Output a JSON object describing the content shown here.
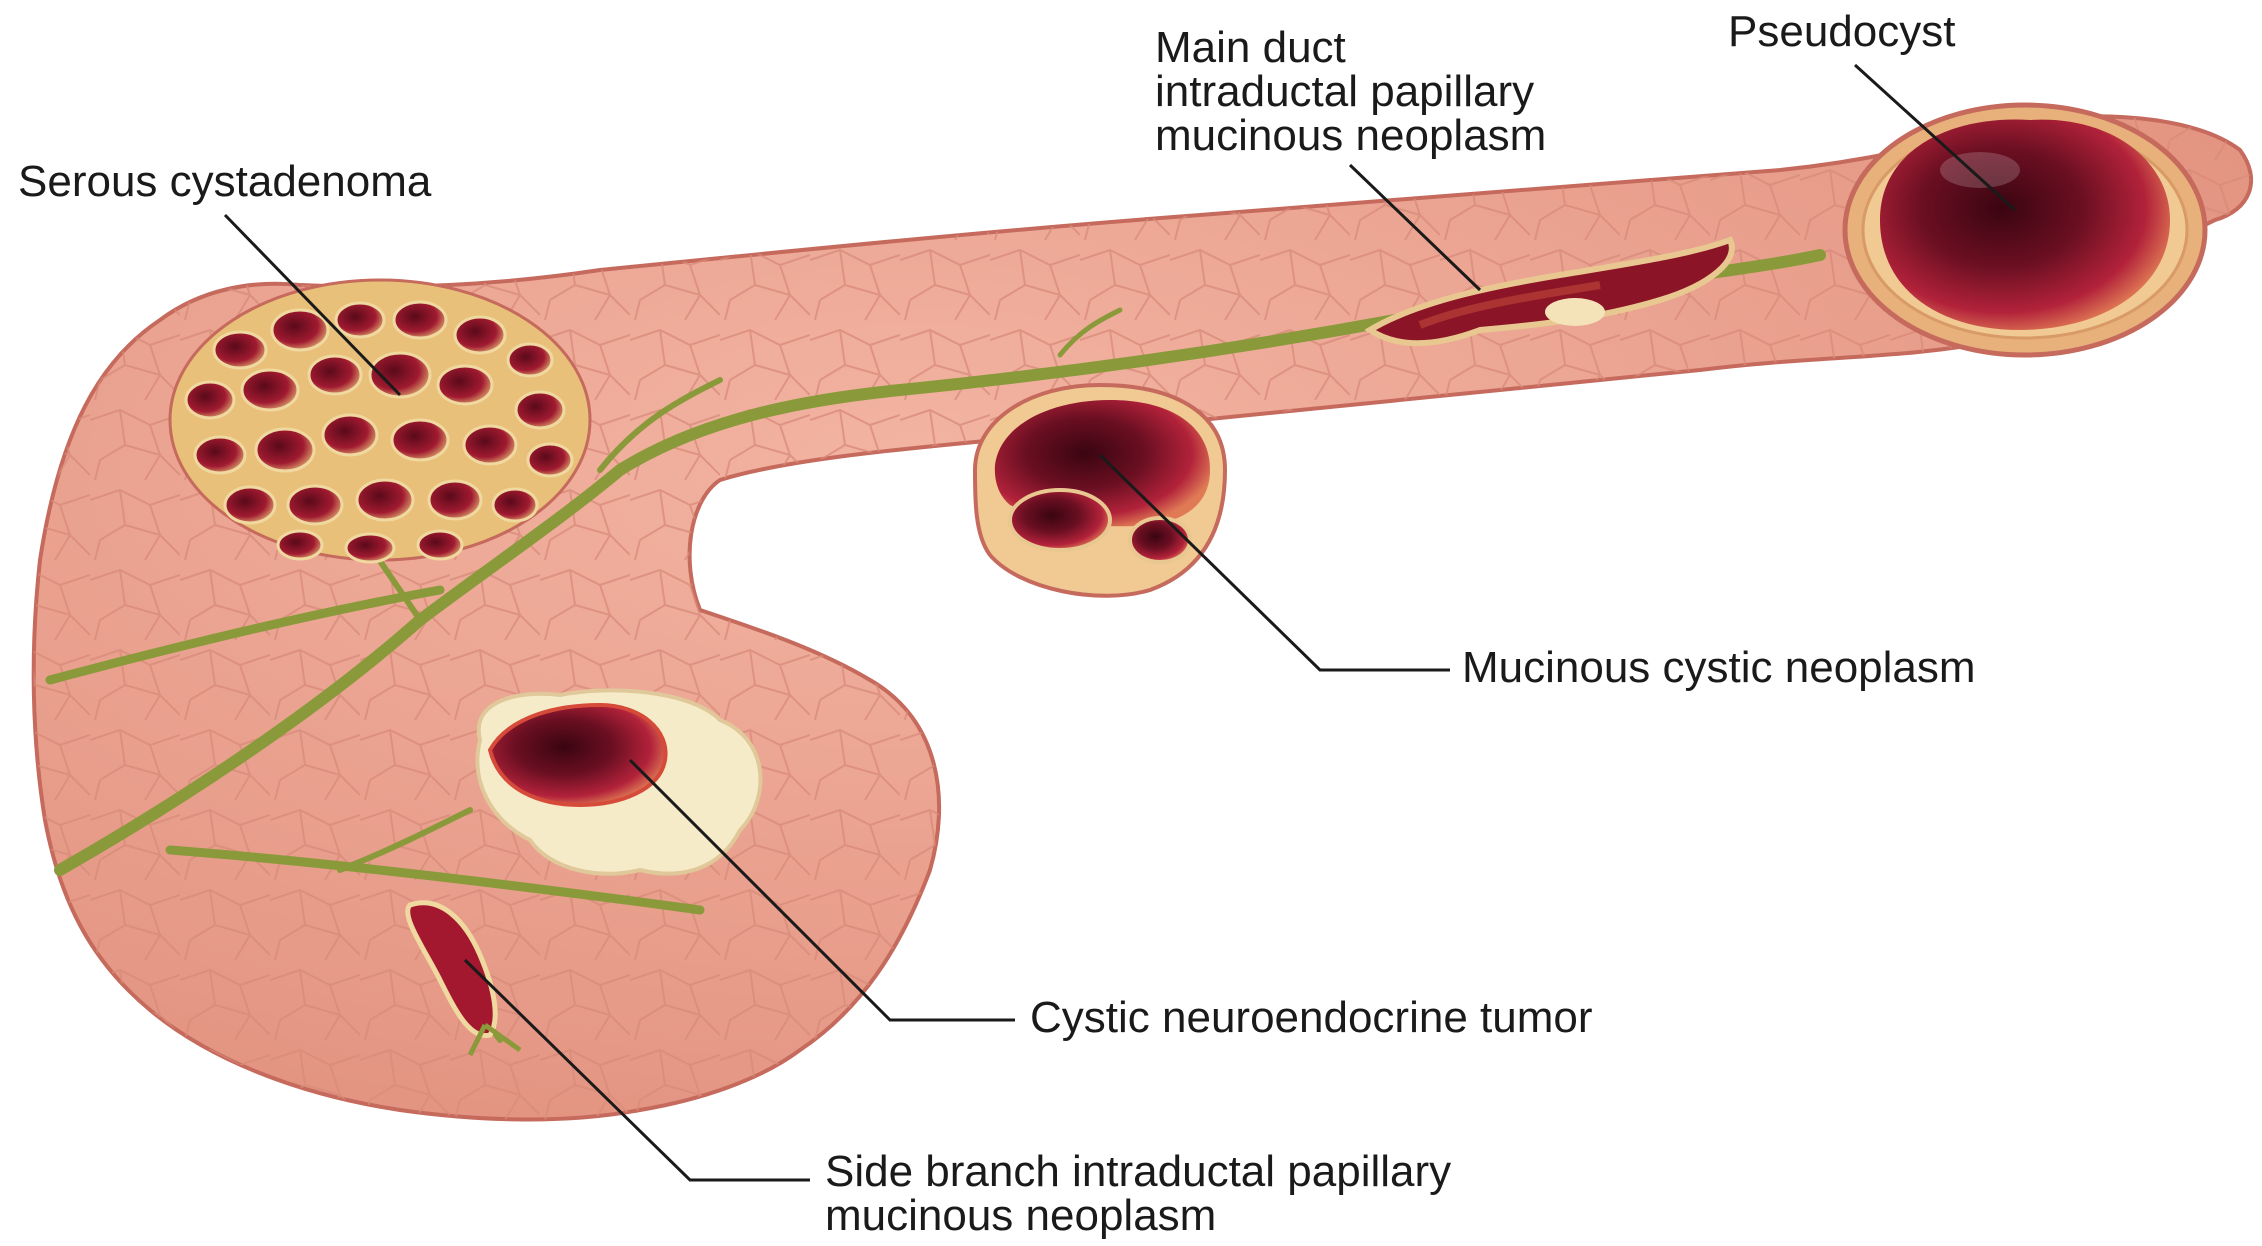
{
  "labels": {
    "serous": "Serous cystadenoma",
    "main_duct_1": "Main duct",
    "main_duct_2": "intraductal papillary",
    "main_duct_3": "mucinous neoplasm",
    "pseudocyst": "Pseudocyst",
    "mucinous_cystic": "Mucinous cystic neoplasm",
    "cystic_neuroendocrine": "Cystic neuroendocrine tumor",
    "side_branch_1": "Side branch intraductal papillary",
    "side_branch_2": "mucinous neoplasm"
  },
  "colors": {
    "parenchyma": "#eba08e",
    "parenchyma_edge": "#c56a5c",
    "lobule_lines": "#d98a79",
    "duct": "#8a9a3a",
    "cyst_dark": "#6b0f22",
    "cyst_mid": "#b2223a",
    "cyst_rim": "#e8c890",
    "neuroendocrine_halo": "#f6ebc8",
    "leader": "#1a1a1a"
  }
}
